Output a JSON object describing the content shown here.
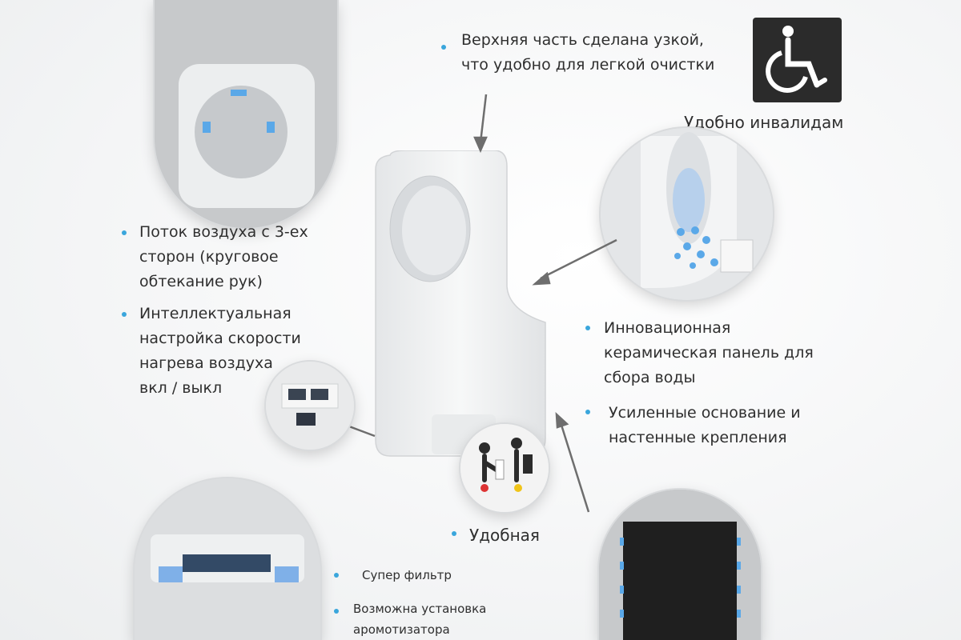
{
  "callouts": {
    "top_narrow": [
      "Верхняя часть сделана узкой,",
      "что удобно для легкой очистки"
    ],
    "disabled": "Удобно инвалидам",
    "airflow": [
      "Поток воздуха с 3-ех",
      "сторон (круговое",
      "обтекание рук)"
    ],
    "speed": [
      "Интеллектуальная",
      "настройка скорости",
      "нагрева воздуха",
      "вкл / выкл"
    ],
    "ceramic": [
      "Инновационная",
      "керамическая панель для",
      "сбора воды"
    ],
    "base": [
      "Усиленные основание и",
      "настенные крепления"
    ],
    "convenient": "Удобная",
    "filter": "Супер фильтр",
    "aroma": [
      "Возможна установка",
      "аромотизатора"
    ]
  },
  "icons": [
    "wheelchair-icon",
    "blue-led-dots",
    "airflow-particles",
    "user-height-pictogram"
  ],
  "colors": {
    "bullet": "#3aa6dc",
    "accent_blue": "#4a90e2",
    "dryer_body": "#eef0f1"
  }
}
